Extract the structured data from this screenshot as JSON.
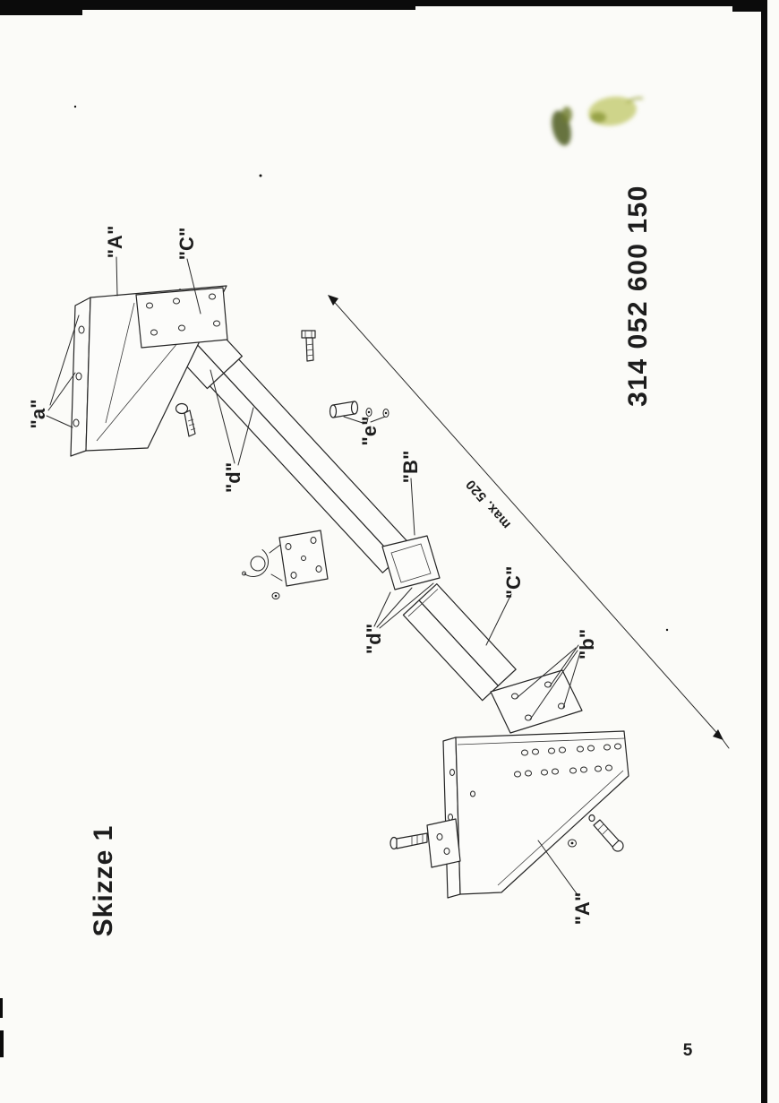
{
  "document": {
    "sketch_title": "Skizze 1",
    "part_number": "314 052 600 150",
    "page_number": "5",
    "dimension_note": "max. 520"
  },
  "callout_labels": {
    "plate_top": "\"A\"",
    "sleeve_top": "\"C\"",
    "flange_holes": "\"a\"",
    "tube_upper": "\"d\"",
    "small_parts": "\"e\"",
    "tube_opening": "\"B\"",
    "tube_lower": "\"d\"",
    "sleeve_bottom": "\"C\"",
    "plate_holes": "\"b\"",
    "plate_bottom": "\"A\""
  },
  "colors": {
    "paper": "#fbfbf8",
    "ink": "#1d1d1d",
    "scan_edge": "#0b0b0b",
    "highlighter_dark": "#4c5c1e",
    "highlighter_light": "#b7bf4f"
  }
}
